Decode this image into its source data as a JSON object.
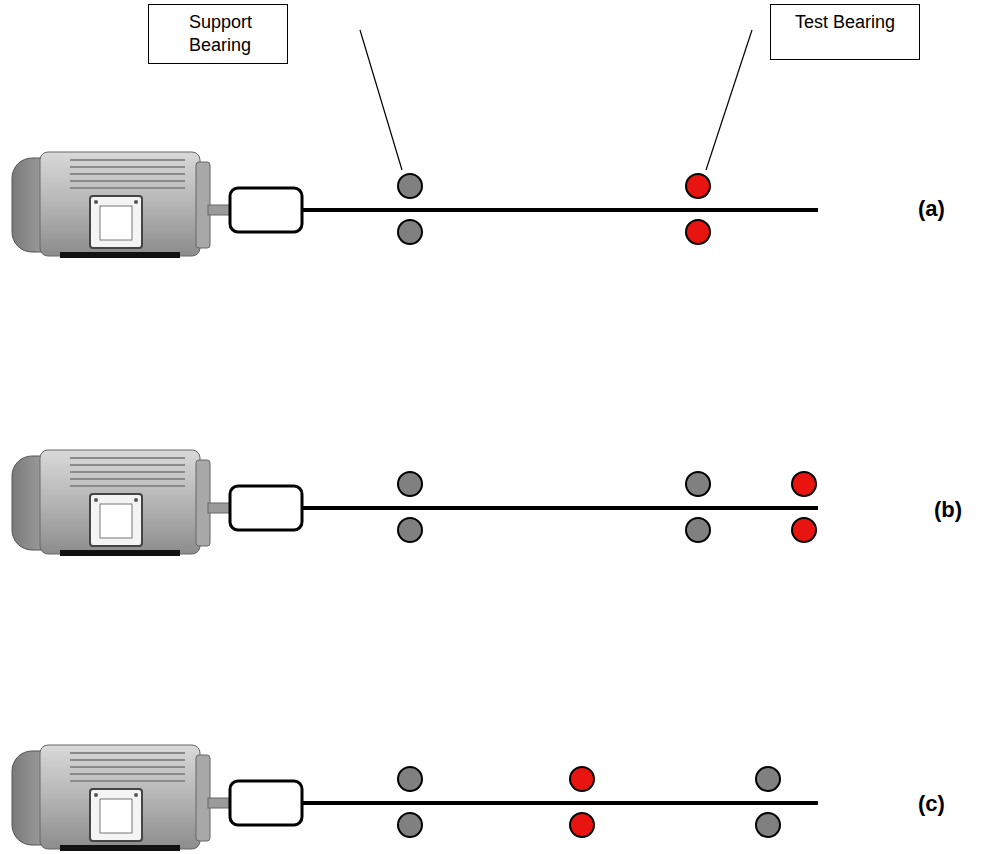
{
  "diagram": {
    "nodes": [
      {
        "text": [
          "Support Bearing"
        ]
      },
      {
        "text": [
          "Test Bearing"
        ]
      }
    ],
    "labels": [
      "(a)",
      "(b)",
      "(c)"
    ]
  }
}
